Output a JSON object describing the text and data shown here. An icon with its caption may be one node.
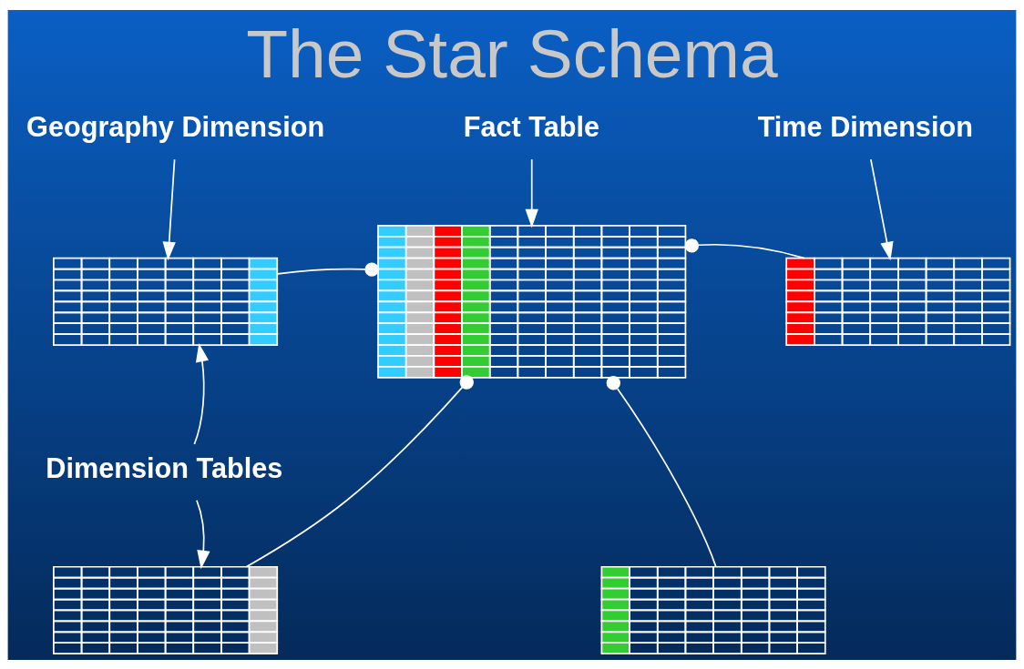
{
  "diagram": {
    "title": "The Star Schema",
    "nodes": [
      {
        "text": [
          "Geography Dimension"
        ]
      },
      {
        "text": [
          "Fact Table"
        ]
      },
      {
        "text": [
          "Time Dimension"
        ]
      },
      {
        "text": [],
        "shape": "table"
      },
      {
        "text": [],
        "shape": "table"
      },
      {
        "text": [],
        "shape": "table"
      },
      {
        "text": [
          "Dimension Tables"
        ]
      },
      {
        "text": [],
        "shape": "table"
      },
      {
        "text": [],
        "shape": "table"
      }
    ],
    "edges": [
      {
        "from": 0,
        "to": 3,
        "arrow": "to"
      },
      {
        "from": 2,
        "to": 5,
        "arrow": "to"
      },
      {
        "from": 1,
        "to": 4,
        "arrow": "to"
      },
      {
        "from": 6,
        "to": 3,
        "arrow": "to"
      },
      {
        "from": 6,
        "to": 7,
        "arrow": "to"
      },
      {
        "from": 3,
        "to": 4,
        "arrow": "other"
      },
      {
        "from": 5,
        "to": 4,
        "arrow": "other"
      },
      {
        "from": 7,
        "to": 4,
        "arrow": "other"
      },
      {
        "from": 8,
        "to": 4,
        "arrow": "other"
      }
    ]
  }
}
